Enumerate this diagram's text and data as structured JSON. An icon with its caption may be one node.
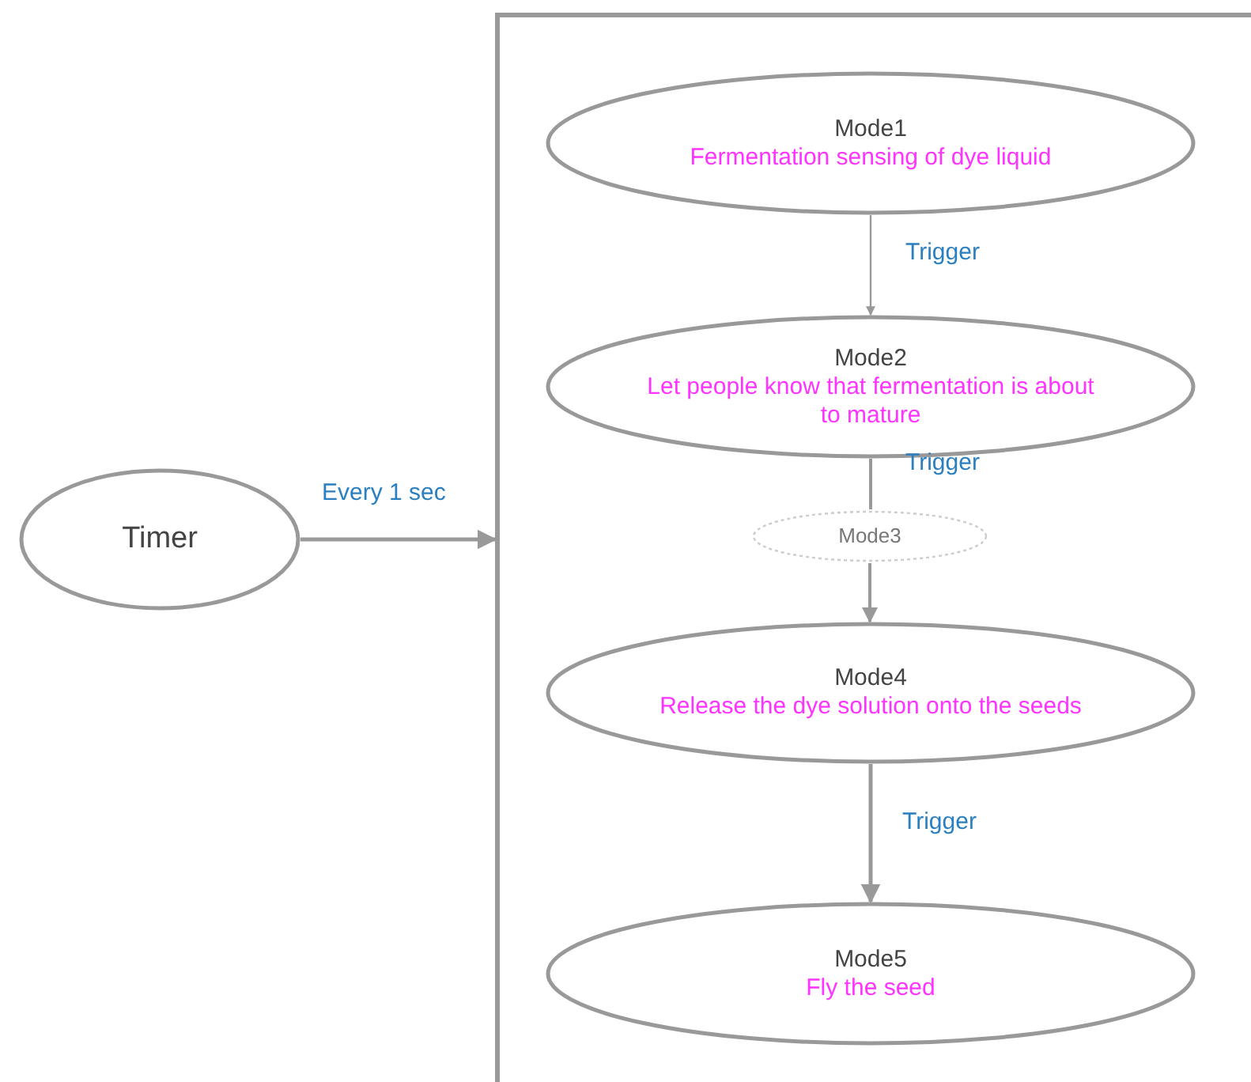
{
  "diagram": {
    "nodes": [
      {
        "text": [
          "Timer"
        ]
      },
      {
        "text": [],
        "shape": "box"
      },
      {
        "text": [
          "Mode1",
          "Fermentation sensing of dye liquid"
        ],
        "in": 1
      },
      {
        "text": [
          "Mode2",
          "Let people know that fermentation is about to mature"
        ],
        "in": 1
      },
      {
        "text": [
          "Mode3"
        ],
        "in": 1
      },
      {
        "text": [
          "Mode4",
          "Release the dye solution onto the seeds"
        ],
        "in": 1
      },
      {
        "text": [
          "Mode5",
          "Fly the seed"
        ],
        "in": 1
      }
    ],
    "edges": [
      {
        "from": 0,
        "to": 1,
        "arrow": "to",
        "label": "Every 1 sec"
      },
      {
        "from": 2,
        "to": 3,
        "arrow": "to",
        "label": "Trigger"
      },
      {
        "from": 3,
        "to": 4,
        "arrow": "none",
        "label": "Trigger"
      },
      {
        "from": 4,
        "to": 5,
        "arrow": "to"
      },
      {
        "from": 5,
        "to": 6,
        "arrow": "to",
        "label": "Trigger"
      }
    ]
  }
}
